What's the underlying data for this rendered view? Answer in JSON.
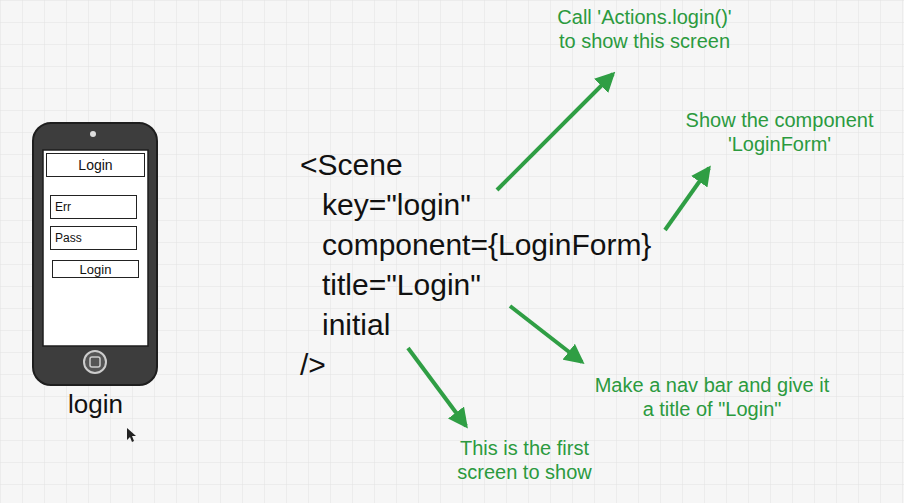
{
  "diagram": {
    "nodes": [
      {
        "text": [
          "login"
        ]
      },
      {
        "text": [
          "Login"
        ],
        "in": 0
      },
      {
        "text": [
          "Err"
        ],
        "in": 0
      },
      {
        "text": [
          "Pass"
        ],
        "in": 0
      },
      {
        "text": [
          "Login"
        ],
        "in": 0
      }
    ],
    "labels": [
      "<Scene",
      "key=\"login\"",
      "component={LoginForm}",
      "title=\"Login\"",
      "initial",
      "/>",
      "Call 'Actions.login()' to show this screen",
      "Show the component 'LoginForm'",
      "Make a nav bar and give it a title of \"Login\"",
      "This is the first screen to show"
    ]
  }
}
